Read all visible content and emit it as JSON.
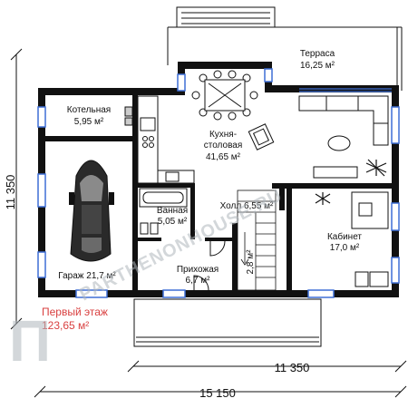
{
  "rooms": {
    "terrace": {
      "name": "Терраса",
      "area": "16,25 м²"
    },
    "boiler": {
      "name": "Котельная",
      "area": "5,95 м²"
    },
    "kitchen": {
      "name": "Кухня-",
      "name2": "столовая",
      "area": "41,65 м²"
    },
    "garage": {
      "label": "Гараж 21,7 м²"
    },
    "bath": {
      "name": "Ванная",
      "area": "5,05 м²"
    },
    "hall": {
      "label": "Холл 6,55 м²"
    },
    "office": {
      "name": "Кабинет",
      "area": "17,0 м²"
    },
    "entry": {
      "name": "Прихожая",
      "area": "6,7 м²"
    },
    "stair": {
      "label": "2,8 м²"
    }
  },
  "dimensions": {
    "left_height": "11 350",
    "bottom_inner": "11 350",
    "bottom_total": "15 150"
  },
  "total": {
    "label": "Первый этаж",
    "area": "123,65 м²"
  },
  "watermark": {
    "text": "PARTHENONHOUSE.RU",
    "logo_letter": "П"
  },
  "colors": {
    "wall": "#111111",
    "window": "#3f6fd6",
    "highlight": "#d94040",
    "watermark": "#aeb6bc"
  }
}
